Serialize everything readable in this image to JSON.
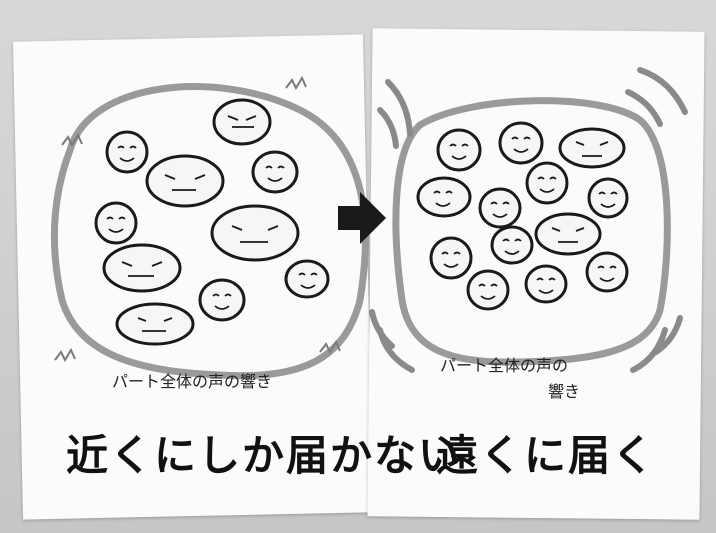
{
  "left_panel": {
    "subtitle": "パート全体の声の響き",
    "caption": "近くにしか届かない"
  },
  "right_panel": {
    "subtitle_line1": "パート全体の声の",
    "subtitle_line2": "響き",
    "caption": "遠くに届く"
  },
  "arrow": {
    "icon": "right-arrow-icon"
  },
  "colors": {
    "outline": "#1a1a1a",
    "blob_fill": "#9a9a9a",
    "paper": "#fbfbfb"
  }
}
